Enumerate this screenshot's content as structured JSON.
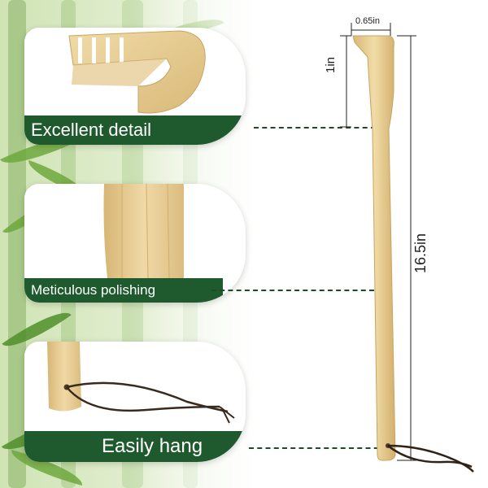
{
  "features": [
    {
      "label": "Excellent detail"
    },
    {
      "label": "Meticulous polishing"
    },
    {
      "label": "Easily hang"
    }
  ],
  "dimensions": {
    "width": "0.65in",
    "head_length": "1in",
    "total_length": "16.5in"
  },
  "colors": {
    "band_green": "#1f5a2f",
    "bamboo_wood": "#e6cd92",
    "leader_line": "#1f4a2a"
  }
}
